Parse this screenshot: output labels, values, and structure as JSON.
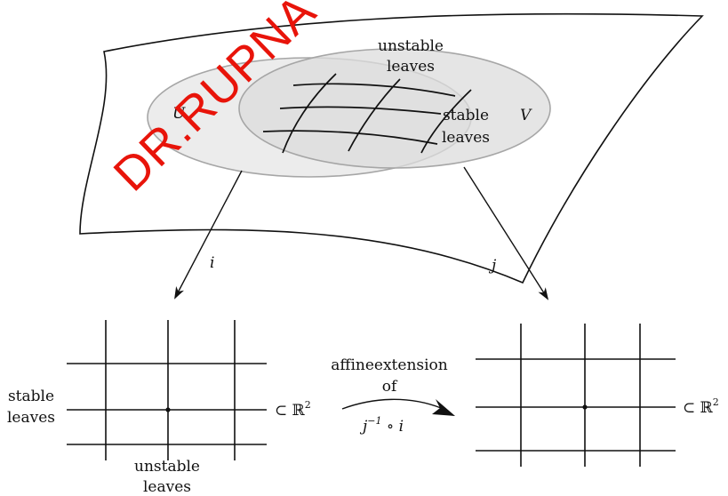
{
  "surface": {
    "open_set_u": "U",
    "open_set_v": "V",
    "overlap_unstable_label_1": "unstable",
    "overlap_unstable_label_2": "leaves",
    "overlap_stable_label_1": "stable",
    "overlap_stable_label_2": "leaves"
  },
  "maps": {
    "i": "i",
    "j": "j"
  },
  "left_chart": {
    "stable_label_1": "stable",
    "stable_label_2": "leaves",
    "unstable_label_1": "unstable",
    "unstable_label_2": "leaves",
    "subset_prefix": "⊂ ℝ",
    "subset_exp": "2"
  },
  "transition": {
    "label_1": "affineextension",
    "label_2": "of",
    "expr_j": "j",
    "expr_exp": "−1",
    "expr_rest": " ∘ i"
  },
  "right_chart": {
    "subset_prefix": "⊂ ℝ",
    "subset_exp": "2"
  },
  "watermark": "DR.RUPNA",
  "colors": {
    "ink": "#111111",
    "u_fill": "#ececec",
    "v_fill": "#dcdcdc",
    "ellipse_stroke": "#a6a6a6",
    "watermark": "#e8140a"
  }
}
